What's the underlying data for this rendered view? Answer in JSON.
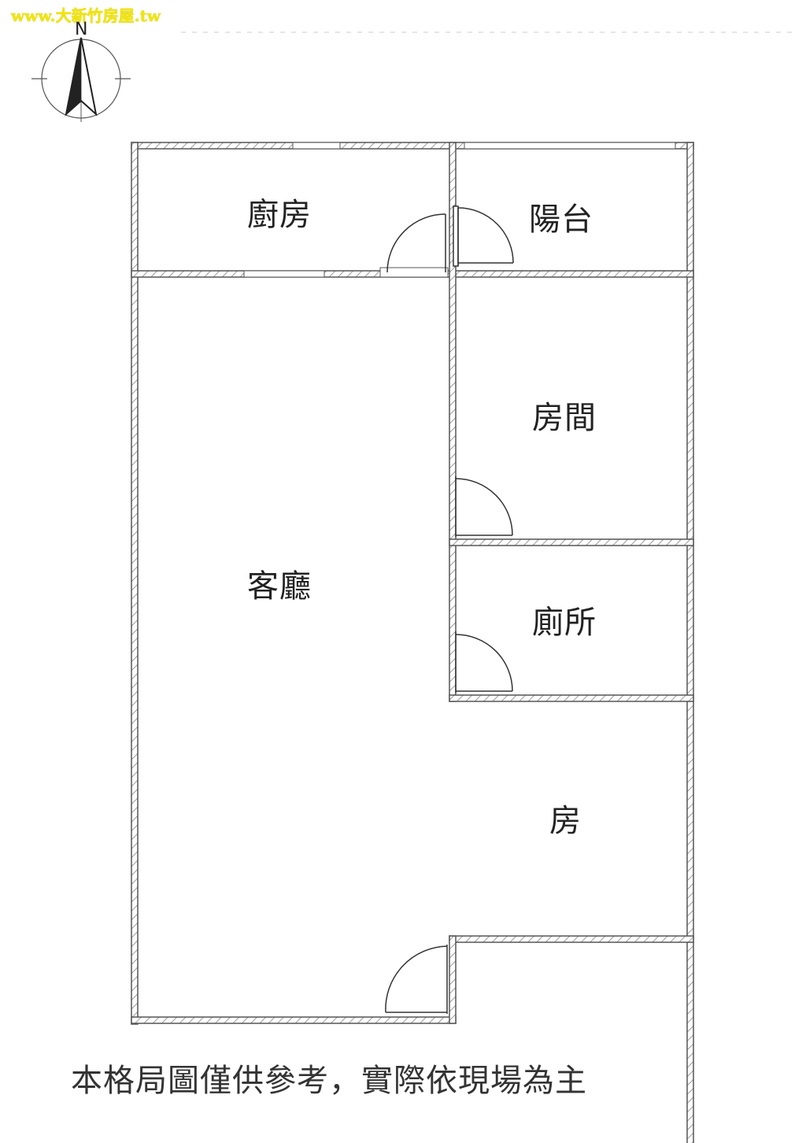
{
  "watermark": "www.大新竹房屋.tw",
  "compass": {
    "north_label": "N"
  },
  "rooms": {
    "kitchen": "廚房",
    "balcony": "陽台",
    "bedroom": "房間",
    "living_room": "客廳",
    "toilet": "廁所",
    "room": "房"
  },
  "disclaimer": "本格局圖僅供參考，實際依現場為主",
  "colors": {
    "wall": "#555555",
    "ink": "#222222",
    "watermark": "#f2e600"
  }
}
